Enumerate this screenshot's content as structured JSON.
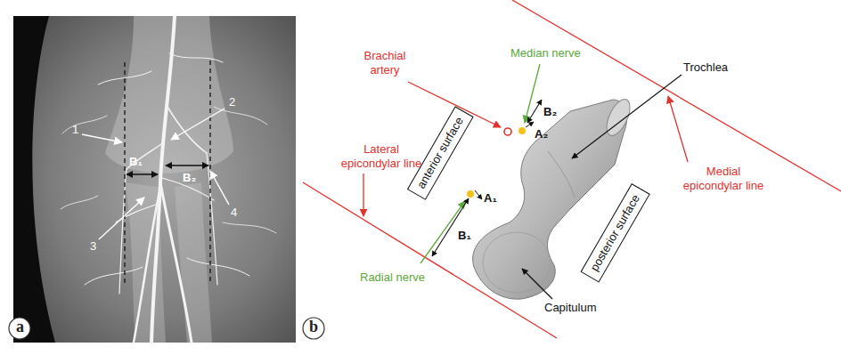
{
  "diagram": {
    "nodes": [
      {
        "text": [
          "anterior surface"
        ]
      },
      {
        "text": [
          "posterior surface"
        ]
      }
    ],
    "labels": [
      "1",
      "2",
      "B₁",
      "B₂",
      "3",
      "4",
      "a",
      "Brachial artery",
      "Median nerve",
      "Trochlea",
      "Lateral epicondylar line",
      "A₂",
      "B₂",
      "A₁",
      "B₁",
      "Medial epicondylar line",
      "Radial nerve",
      "Capitulum",
      "b"
    ]
  }
}
